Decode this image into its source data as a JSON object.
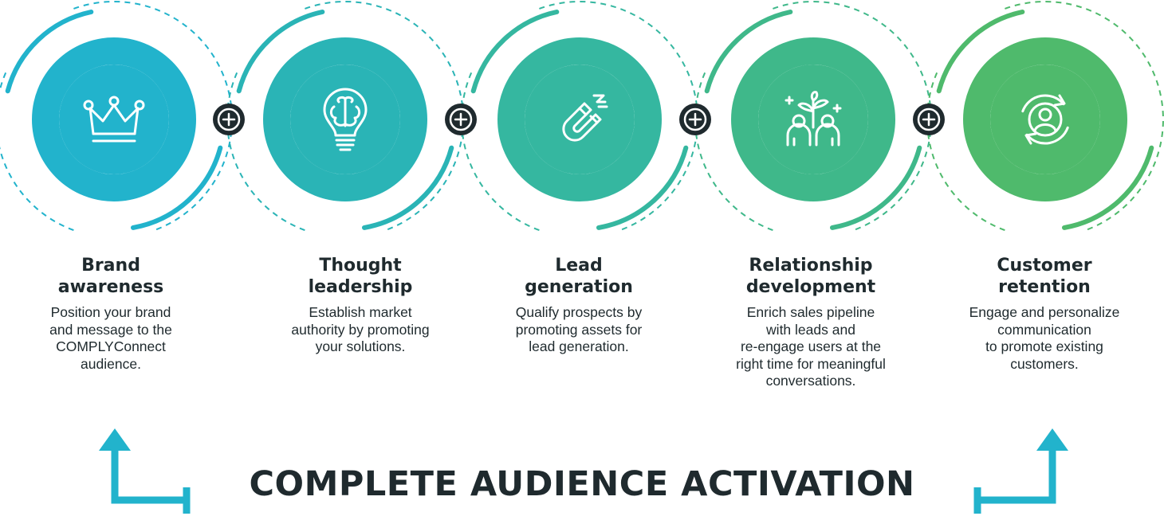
{
  "colors": {
    "stage_1": "#22b3cc",
    "stage_2": "#2ab4b6",
    "stage_3": "#35b7a0",
    "stage_4": "#3fb88a",
    "stage_5": "#4fba6c",
    "plus_circle": "#1f2a2e",
    "arrow": "#22b3cc",
    "text": "#1f2a2e"
  },
  "stages": [
    {
      "title": "Brand\nawareness",
      "description": "Position your brand\nand message to the\nCOMPLYConnect\naudience.",
      "icon": "crown-icon"
    },
    {
      "title": "Thought\nleadership",
      "description": "Establish market\nauthority by promoting\nyour solutions.",
      "icon": "lightbulb-brain-icon"
    },
    {
      "title": "Lead\ngeneration",
      "description": "Qualify prospects by\npromoting assets for\nlead generation.",
      "icon": "magnet-icon"
    },
    {
      "title": "Relationship\ndevelopment",
      "description": "Enrich sales pipeline\nwith leads and\nre-engage users at the\nright time for meaningful\nconversations.",
      "icon": "people-plant-icon"
    },
    {
      "title": "Customer\nretention",
      "description": "Engage and personalize\ncommunication\nto promote existing\ncustomers.",
      "icon": "user-cycle-icon"
    }
  ],
  "connector_icon": "plus-circle-icon",
  "headline": "COMPLETE AUDIENCE ACTIVATION"
}
